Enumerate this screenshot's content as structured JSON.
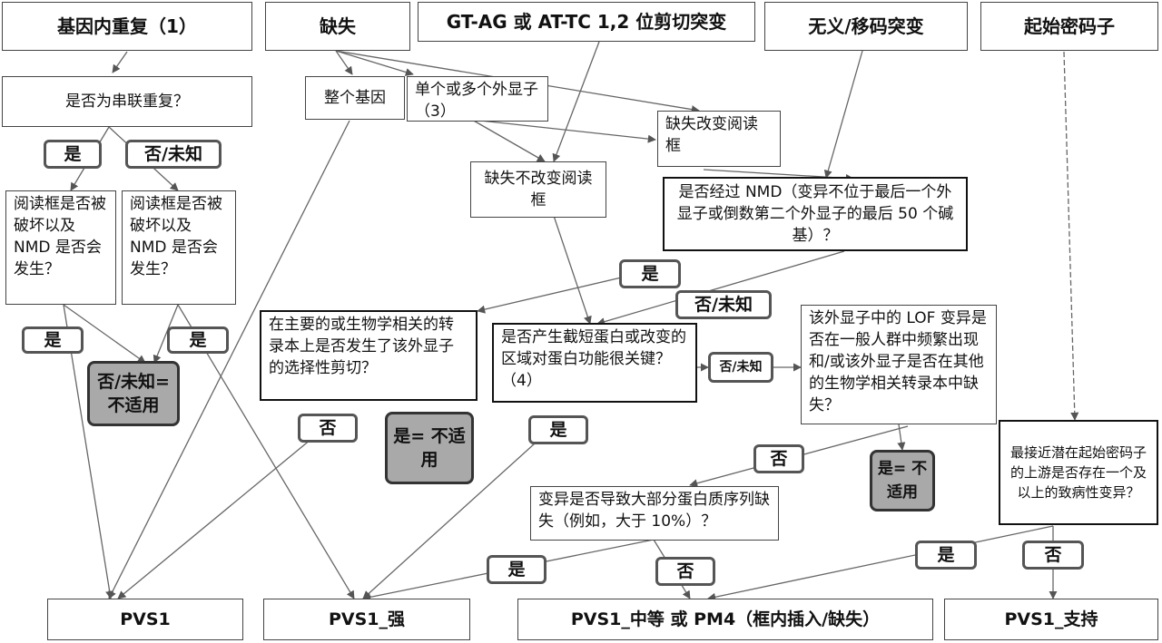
{
  "headers": {
    "intragenic_dup": "基因内重复（1）",
    "deletion": "缺失",
    "splice": "GT-AG 或 AT-TC 1,2 位剪切突变",
    "nonsense": "无义/移码突变",
    "start_codon": "起始密码子"
  },
  "questions": {
    "tandem": "是否为串联重复？",
    "whole_gene": "整个基因",
    "exons": "单个或多个外显子（3）",
    "frameshift_del": "缺失改变阅读框",
    "inframe_del": "缺失不改变阅读框",
    "nmd": "是否经过 NMD（变异不位于最后一个外显子或倒数第二个外显子的最后 50 个碱基）？",
    "reading_frame_1": "阅读框是否被破坏以及 NMD 是否会发生？",
    "reading_frame_2": "阅读框是否被破坏以及 NMD 是否会发生？",
    "alt_splice": "在主要的或生物学相关的转录本上是否发生了该外显子的选择性剪切？",
    "truncated": "是否产生截短蛋白或改变的区域对蛋白功能很关键？（4）",
    "lof_freq": "该外显子中的 LOF 变异是否在一般人群中频繁出现和/或该外显子是否在其他的生物学相关转录本中缺失？",
    "upstream": "最接近潜在起始密码子的上游是否存在一个及以上的致病性变异？",
    "large_loss": "变异是否导致大部分蛋白质序列缺失（例如，大于 10%）？"
  },
  "labels": {
    "yes_a": "是",
    "no_unknown_a": "否/未知",
    "yes_b": "是",
    "yes_c": "是",
    "yes_nmd": "是",
    "no_unknown_nmd": "否/未知",
    "no_alt": "否",
    "yes_trunc": "是",
    "no_unknown_trunc": "否/未知",
    "no_lof": "否",
    "yes_large": "是",
    "no_large": "否",
    "yes_up": "是",
    "no_up": "否"
  },
  "na_boxes": {
    "na1": "否/未知= 不适用",
    "na2": "是= 不适用",
    "na3": "是= 不适用"
  },
  "outcomes": {
    "pvs1": "PVS1",
    "pvs1_strong": "PVS1_强",
    "pvs1_moderate": "PVS1_中等 或 PM4（框内插入/缺失）",
    "pvs1_supporting": "PVS1_支持"
  }
}
